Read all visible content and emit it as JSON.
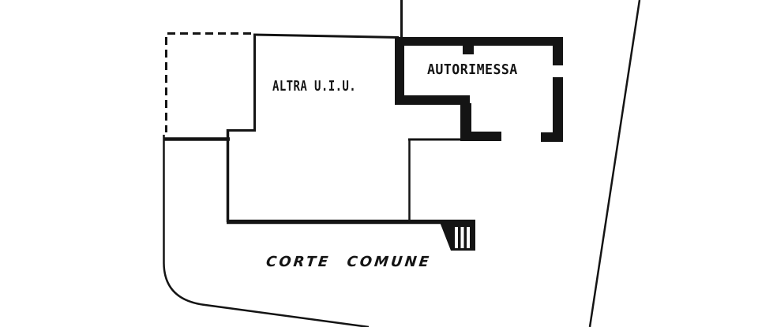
{
  "plan": {
    "kind": "cadastral-floor-plan",
    "rooms": [
      {
        "id": "altra-uiu",
        "label": "ALTRA U.I.U."
      },
      {
        "id": "autorimessa",
        "label": "AUTORIMESSA"
      },
      {
        "id": "corte-comune",
        "label": "CORTE COMUNE"
      }
    ],
    "colors": {
      "ink": "#141414",
      "paper": "#ffffff"
    }
  }
}
